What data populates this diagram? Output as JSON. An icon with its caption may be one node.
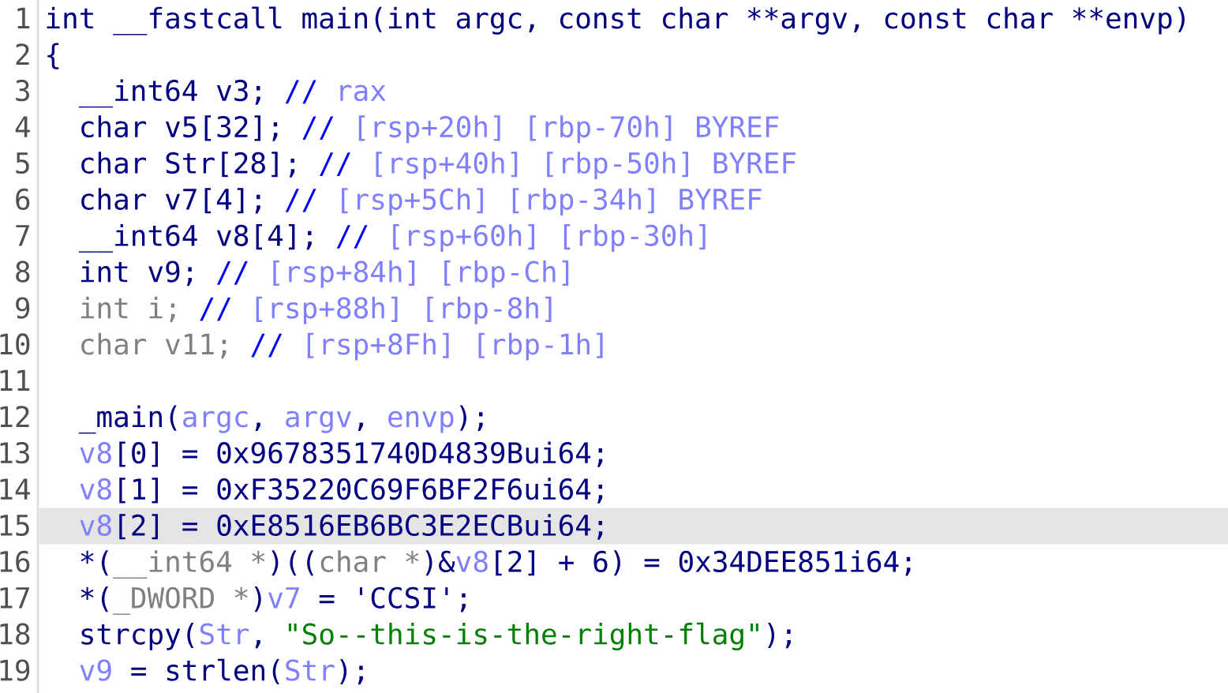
{
  "diagram": {
    "labels": [
      "1",
      "int __fastcall main(int argc, const char **argv, const char **envp)",
      "2",
      "{",
      "3",
      "__int64 v3;",
      "//",
      "rax",
      "4",
      "char v5[32];",
      "//",
      "[rsp+20h] [rbp-70h] BYREF",
      "5",
      "char Str[28];",
      "//",
      "[rsp+40h] [rbp-50h] BYREF",
      "6",
      "char v7[4];",
      "//",
      "[rsp+5Ch] [rbp-34h] BYREF",
      "7",
      "__int64 v8[4];",
      "//",
      "[rsp+60h] [rbp-30h]",
      "8",
      "int v9;",
      "//",
      "[rsp+84h] [rbp-Ch]",
      "9",
      "int i;",
      "//",
      "[rsp+88h] [rbp-8h]",
      "10",
      "char v11;",
      "//",
      "[rsp+8Fh] [rbp-1h]",
      "11",
      "12",
      "_main(",
      "argc",
      ",",
      "argv",
      ",",
      "envp",
      ");",
      "13",
      "v8",
      "[0] = 0x9678351740D4839Bui64;",
      "14",
      "v8",
      "[1] = 0xF35220C69F6BF2F6ui64;",
      "15",
      "v8",
      "[2] = 0xE8516EB6BC3E2ECBui64;",
      "16",
      "*(",
      "__int64 *",
      ")((",
      "char *",
      ")&",
      "v8",
      "[2] + 6) = 0x34DEE851i64;",
      "17",
      "*(",
      "_DWORD *",
      ")",
      "v7",
      "= 'CCSI';",
      "18",
      "strcpy(",
      "Str",
      ",",
      "\"So--this-is-the-right-flag\"",
      ");",
      "19",
      "v9",
      "= strlen(",
      "Str",
      ");"
    ]
  }
}
